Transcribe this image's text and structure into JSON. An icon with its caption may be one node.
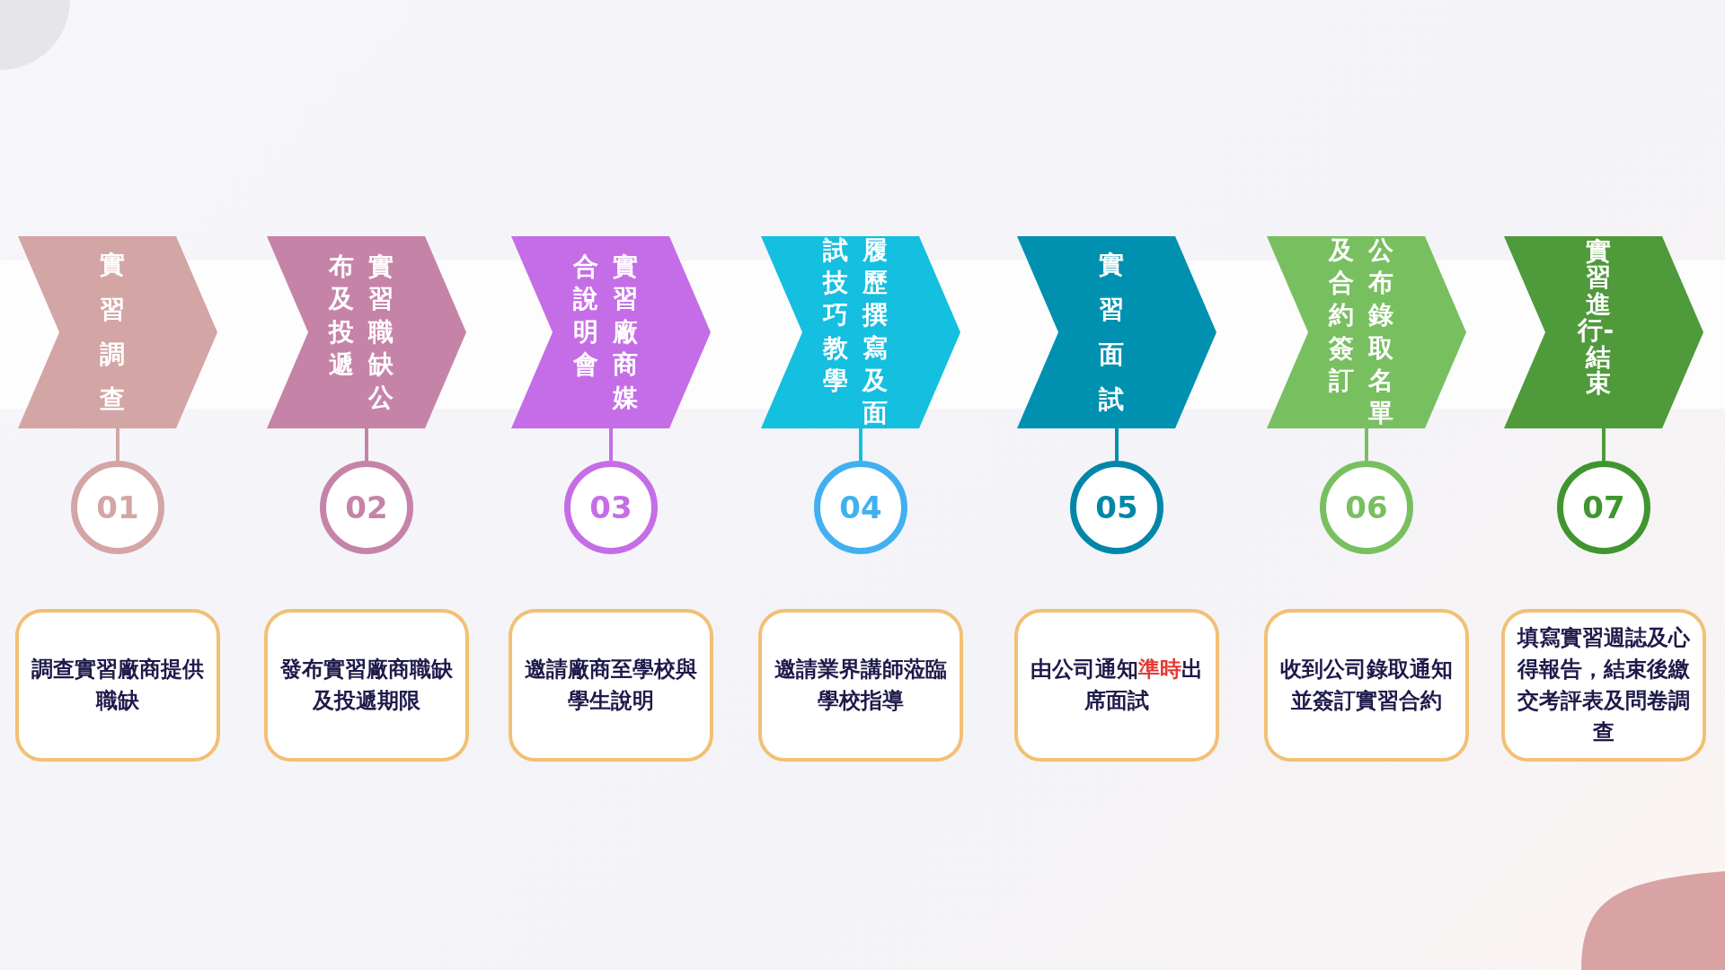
{
  "diagram": {
    "nodes": [
      {
        "text": [
          "實習調查"
        ]
      },
      {
        "text": [
          "01"
        ]
      },
      {
        "text": [
          "調查實習廠商提供職缺"
        ]
      },
      {
        "text": [
          "實習職缺公布及投遞"
        ]
      },
      {
        "text": [
          "02"
        ]
      },
      {
        "text": [
          "發布實習廠商職缺及投遞期限"
        ]
      },
      {
        "text": [
          "實習廠商媒合說明會"
        ]
      },
      {
        "text": [
          "03"
        ]
      },
      {
        "text": [
          "邀請廠商至學校與學生說明"
        ]
      },
      {
        "text": [
          "履歷撰寫及面試技巧教學"
        ]
      },
      {
        "text": [
          "04"
        ]
      },
      {
        "text": [
          "邀請業界講師蒞臨學校指導"
        ]
      },
      {
        "text": [
          "實習面試"
        ]
      },
      {
        "text": [
          "05"
        ]
      },
      {
        "text": [
          "由公司通知**準時**出席面試"
        ]
      },
      {
        "text": [
          "公布錄取名單及合約簽訂"
        ]
      },
      {
        "text": [
          "06"
        ]
      },
      {
        "text": [
          "收到公司錄取通知並簽訂實習合約"
        ]
      },
      {
        "text": [
          "實習進行-結束"
        ]
      },
      {
        "text": [
          "07"
        ]
      },
      {
        "text": [
          "填寫實習週誌及心得報告，結束後繳交考評表及問卷調查"
        ]
      }
    ],
    "edges": [
      {
        "from": 0,
        "to": 1,
        "arrow": "none",
        "color": "#d4a5a5"
      },
      {
        "from": 3,
        "to": 4,
        "arrow": "none",
        "color": "#c683a8"
      },
      {
        "from": 6,
        "to": 7,
        "arrow": "none",
        "color": "#c56de6"
      },
      {
        "from": 9,
        "to": 10,
        "arrow": "none",
        "color": "#14bfe0"
      },
      {
        "from": 12,
        "to": 13,
        "arrow": "none",
        "color": "#0091b0"
      },
      {
        "from": 15,
        "to": 16,
        "arrow": "none",
        "color": "#78bf60"
      },
      {
        "from": 18,
        "to": 19,
        "arrow": "none",
        "color": "#4f9a3a"
      }
    ]
  }
}
